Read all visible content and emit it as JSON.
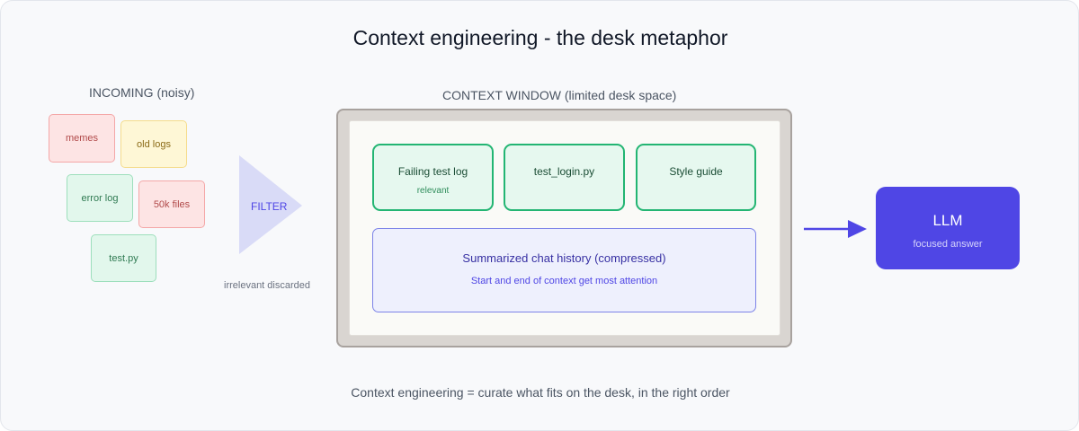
{
  "title": "Context engineering - the desk metaphor",
  "incoming": {
    "label": "INCOMING (noisy)",
    "notes": [
      {
        "label": "memes",
        "color": "red"
      },
      {
        "label": "old logs",
        "color": "yellow"
      },
      {
        "label": "error log",
        "color": "green"
      },
      {
        "label": "50k files",
        "color": "red"
      },
      {
        "label": "test.py",
        "color": "green"
      }
    ]
  },
  "filter": {
    "label": "FILTER",
    "discarded_label": "irrelevant discarded"
  },
  "context_window": {
    "label": "CONTEXT WINDOW (limited desk space)",
    "cards": [
      {
        "label": "Failing test log",
        "sublabel": "relevant"
      },
      {
        "label": "test_login.py",
        "sublabel": ""
      },
      {
        "label": "Style guide",
        "sublabel": ""
      }
    ],
    "summary": {
      "label": "Summarized chat history (compressed)",
      "sublabel": "Start and end of context get most attention"
    }
  },
  "llm": {
    "label": "LLM",
    "sublabel": "focused answer"
  },
  "caption": "Context engineering = curate what fits on the desk, in the right order",
  "colors": {
    "accent": "#4f46e5",
    "relevant_border": "#23b573",
    "noise_red": "#fde4e4",
    "noise_yellow": "#fef7d6",
    "noise_green": "#e2f7ec"
  }
}
